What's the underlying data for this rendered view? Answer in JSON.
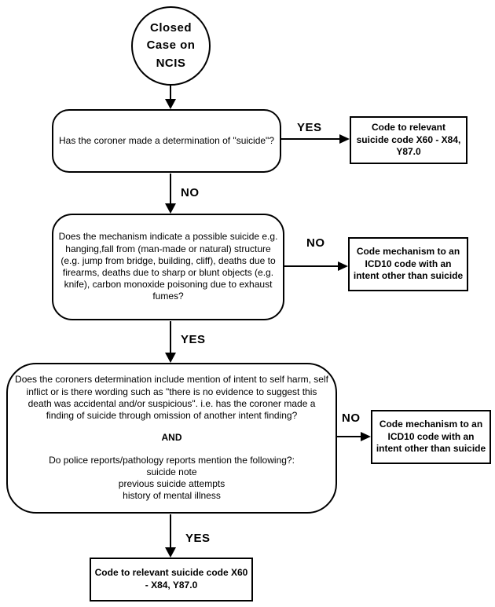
{
  "start": {
    "label": "Closed Case on NCIS"
  },
  "decision1": {
    "text": "Has the coroner made a determination of \"suicide\"?"
  },
  "outcome1": {
    "text": "Code to relevant suicide code X60 - X84, Y87.0"
  },
  "decision2": {
    "text": "Does the mechanism indicate a possible suicide e.g. hanging,fall from (man-made or natural) structure (e.g. jump from bridge, building, cliff), deaths due to firearms, deaths due to sharp or blunt objects (e.g. knife), carbon monoxide poisoning due to exhaust fumes?"
  },
  "outcome2": {
    "text": "Code mechanism to an ICD10 code with an intent other than suicide"
  },
  "decision3": {
    "paragraph1": "Does the coroners determination include mention of intent to self harm, self inflict or is there wording such as \"there is no evidence to suggest this death was accidental and/or suspicious\". i.e. has the coroner made a finding of suicide through omission of another intent finding?",
    "connector": "AND",
    "paragraph2_intro": "Do police reports/pathology reports mention the following?:",
    "paragraph2_items": [
      "suicide note",
      "previous suicide attempts",
      "history of mental illness"
    ]
  },
  "outcome3": {
    "text": "Code mechanism to an ICD10 code with an intent other than suicide"
  },
  "final": {
    "text": "Code to relevant suicide code X60 - X84, Y87.0"
  },
  "edge_labels": {
    "yes1": "YES",
    "no1": "NO",
    "no2": "NO",
    "yes2": "YES",
    "no3": "NO",
    "yes3": "YES"
  },
  "colors": {
    "stroke": "#000000",
    "background": "#ffffff",
    "text": "#000000"
  }
}
